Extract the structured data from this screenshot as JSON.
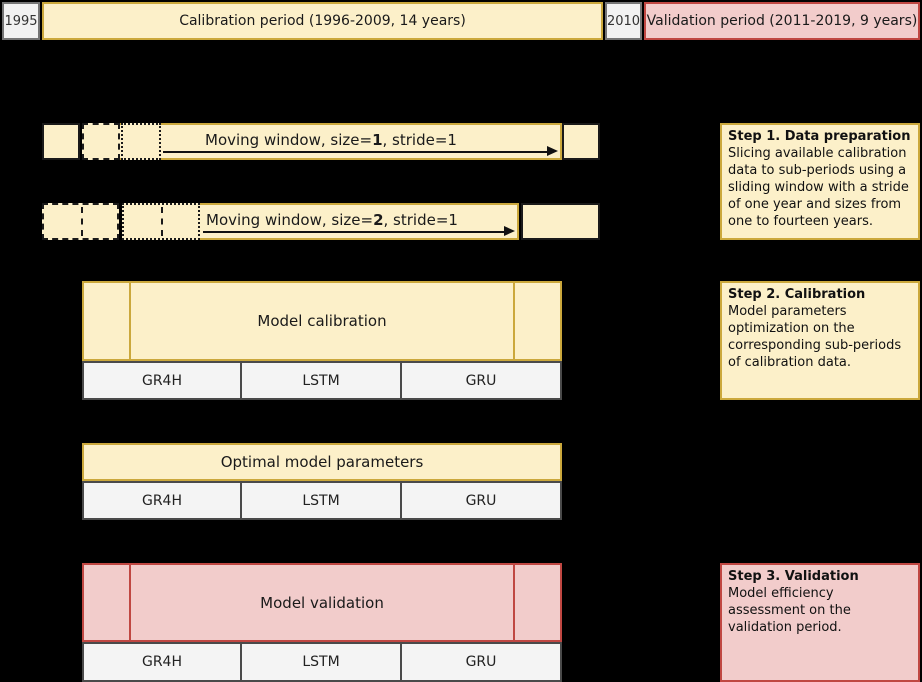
{
  "timeline": {
    "year_start": "1995",
    "calibration_label": "Calibration period (1996-2009, 14 years)",
    "year_mid": "2010",
    "validation_label": "Validation period (2011-2019, 9 years)"
  },
  "moving_windows": [
    {
      "prefix": "Moving window, size=",
      "size": "1",
      "suffix": ", stride=1"
    },
    {
      "prefix": "Moving window, size=",
      "size": "2",
      "suffix": ", stride=1"
    }
  ],
  "calibration_block": {
    "title": "Model calibration"
  },
  "optimal_block": {
    "title": "Optimal model parameters"
  },
  "validation_block": {
    "title": "Model validation"
  },
  "models": [
    "GR4H",
    "LSTM",
    "GRU"
  ],
  "steps": [
    {
      "title": "Step 1. Data preparation",
      "body": "Slicing available calibration data to sub-periods using a sliding window with a stride of one year and sizes from one to fourteen years."
    },
    {
      "title": "Step 2. Calibration",
      "body": "Model parameters optimization on the corresponding sub-periods of calibration data."
    },
    {
      "title": "Step 3. Validation",
      "body": "Model efficiency assessment on the validation period."
    }
  ],
  "colors": {
    "background": "#000000",
    "calibration_fill": "#fcf0c9",
    "calibration_border": "#cba83c",
    "validation_fill": "#f2cccb",
    "validation_border": "#c04742",
    "model_fill": "#f4f4f4",
    "model_border": "#4a4a4a",
    "year_fill": "#f2f2f2",
    "year_border": "#757575"
  }
}
